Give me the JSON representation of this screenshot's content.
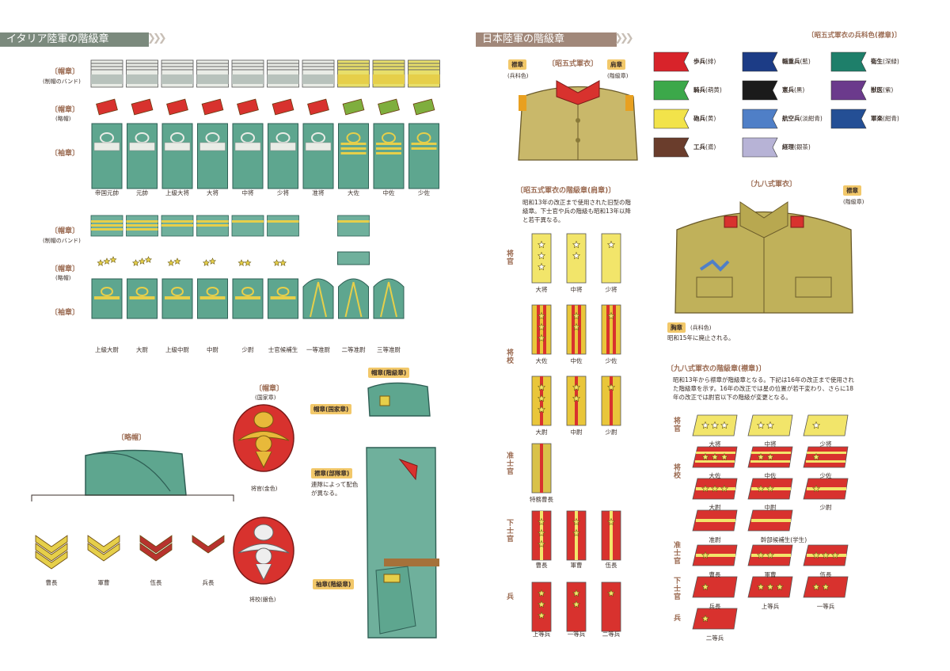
{
  "left": {
    "title": "イタリア陸軍の階級章",
    "row_labels_top": {
      "cap_band": "〔帽章〕",
      "cap_band_sub": "(制帽のバンド)",
      "garrison": "〔帽章〕",
      "garrison_sub": "(略帽)",
      "sleeve": "〔袖章〕"
    },
    "ranks_top": [
      "帝国元帥",
      "元帥",
      "上級大将",
      "大将",
      "中将",
      "少将",
      "准将",
      "大佐",
      "中佐",
      "少佐"
    ],
    "row_labels_bottom": {
      "cap_band": "〔帽章〕",
      "cap_band_sub": "(制帽のバンド)",
      "garrison": "〔帽章〕",
      "garrison_sub": "(略帽)",
      "sleeve": "〔袖章〕"
    },
    "ranks_bottom": [
      "上級大尉",
      "大尉",
      "上級中尉",
      "中尉",
      "少尉",
      "士官候補生",
      "一等准尉",
      "二等准尉",
      "三等准尉"
    ],
    "cap": {
      "title": "〔略帽〕"
    },
    "chevrons": [
      "曹長",
      "軍曹",
      "伍長",
      "兵長"
    ],
    "emblem": {
      "title": "〔帽章〕",
      "sub": "(国家章)",
      "gold": "将官(金色)",
      "silver": "将校(銀色)"
    },
    "uniform_tags": {
      "cap_rank": "帽章(階級章)",
      "cap_nation": "帽章(国家章)",
      "collar": "襟章(部隊章)",
      "collar_note": "連隊によって配色が異なる。",
      "sleeve": "袖章(階級章)"
    }
  },
  "right": {
    "title": "日本陸軍の階級章",
    "type5": {
      "title": "〔昭五式軍衣〕",
      "collar": "襟章",
      "collar_sub": "(兵科色)",
      "shoulder": "肩章",
      "shoulder_sub": "(階級章)"
    },
    "branch_title": "〔昭五式軍衣の兵科色(襟章)〕",
    "branches": [
      {
        "name": "歩兵",
        "color_label": "(緋)",
        "color": "#d8232a"
      },
      {
        "name": "騎兵",
        "color_label": "(萌黄)",
        "color": "#3ca84a"
      },
      {
        "name": "砲兵",
        "color_label": "(黄)",
        "color": "#f2e34a"
      },
      {
        "name": "工兵",
        "color_label": "(鳶)",
        "color": "#6a3d2c"
      },
      {
        "name": "輜重兵",
        "color_label": "(藍)",
        "color": "#1c3c86"
      },
      {
        "name": "憲兵",
        "color_label": "(黒)",
        "color": "#1b1b1b"
      },
      {
        "name": "航空兵",
        "color_label": "(淡紺青)",
        "color": "#4f7fc7"
      },
      {
        "name": "経理",
        "color_label": "(銀茶)",
        "color": "#b7b3d6"
      },
      {
        "name": "衛生",
        "color_label": "(深緑)",
        "color": "#1e7f6a"
      },
      {
        "name": "獣医",
        "color_label": "(紫)",
        "color": "#6b3a8c"
      },
      {
        "name": "軍楽",
        "color_label": "(紺青)",
        "color": "#244f95"
      }
    ],
    "shoulder_section": {
      "title": "〔昭五式軍衣の階級章(肩章)〕",
      "note": "昭和13年の改正まで使用された旧型の階級章。下士官や兵の階級も昭和13年以降と若干異なる。",
      "groups": {
        "general": "将官",
        "field": "将校",
        "warrant": "准士官",
        "nco": "下士官",
        "enlisted": "兵"
      },
      "ranks": [
        "大将",
        "中将",
        "少将",
        "大佐",
        "中佐",
        "少佐",
        "大尉",
        "中尉",
        "少尉",
        "特務曹長",
        "曹長",
        "軍曹",
        "伍長",
        "上等兵",
        "一等兵",
        "二等兵"
      ]
    },
    "type98": {
      "title": "〔九八式軍衣〕",
      "collar": "襟章",
      "collar_sub": "(階級章)",
      "chest": "胸章",
      "chest_sub": "(兵科色)",
      "chest_note": "昭和15年に廃止される。"
    },
    "collar_section": {
      "title": "〔九八式軍衣の階級章(襟章)〕",
      "note": "昭和13年から襟章が階級章となる。下記は16年の改正まで使用された階級章を示す。16年の改正では星の位置が若干変わり、さらに18年の改正では尉官以下の階級が変更となる。",
      "groups": {
        "general": "将官",
        "field": "将校",
        "warrant": "准士官",
        "nco": "下士官",
        "enlisted": "兵"
      },
      "ranks": [
        "大将",
        "中将",
        "少将",
        "大佐",
        "中佐",
        "少佐",
        "大尉",
        "中尉",
        "少尉",
        "准尉",
        "幹部候補生(学生)",
        "曹長",
        "軍曹",
        "伍長",
        "兵長",
        "上等兵",
        "一等兵",
        "二等兵"
      ]
    }
  },
  "colors": {
    "header_left": "#7b8a7d",
    "header_right": "#a1887a",
    "it_green": "#5ea68f",
    "gold": "#e6cf4a",
    "jp_red": "#d8322e",
    "jp_yellow": "#f2e56a",
    "khaki": "#c9b86a"
  }
}
